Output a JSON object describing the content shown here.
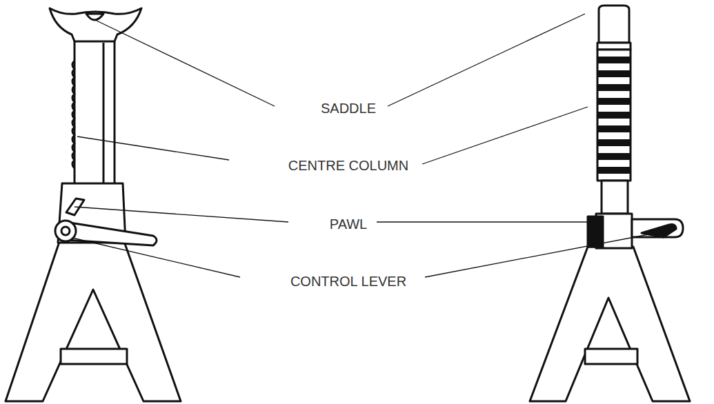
{
  "diagram": {
    "labels": [
      "SADDLE",
      "CENTRE COLUMN",
      "PAWL",
      "CONTROL LEVER"
    ]
  }
}
